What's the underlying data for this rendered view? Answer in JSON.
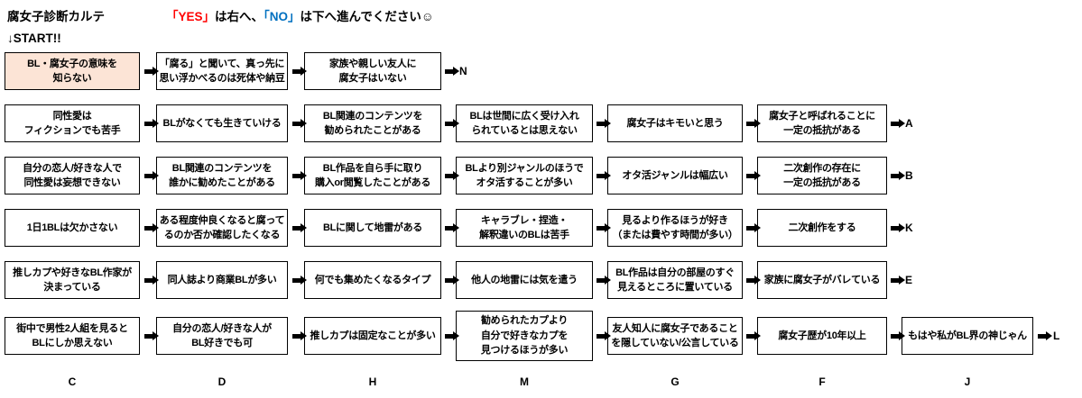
{
  "header": {
    "title": "腐女子診断カルテ",
    "start": "↓START!!",
    "instruction": {
      "yes": "「YES」",
      "mid": "は右へ、",
      "no": "「NO」",
      "tail": "は下へ進んでください☺"
    }
  },
  "colors": {
    "yes_red": "#FF0000",
    "no_blue": "#0070C0",
    "highlight_box": "#FCE4D6",
    "box_border": "#000000"
  },
  "rows": [
    {
      "end": "N",
      "boxes": [
        {
          "text": "BL・腐女子の意味を\n知らない",
          "highlight": true
        },
        {
          "text": "「腐る」と聞いて、真っ先に\n思い浮かべるのは死体や納豆"
        },
        {
          "text": "家族や親しい友人に\n腐女子はいない"
        }
      ]
    },
    {
      "end": "A",
      "boxes": [
        {
          "text": "同性愛は\nフィクションでも苦手"
        },
        {
          "text": "BLがなくても生きていける"
        },
        {
          "text": "BL関連のコンテンツを\n勧められたことがある"
        },
        {
          "text": "BLは世間に広く受け入れ\nられているとは思えない"
        },
        {
          "text": "腐女子はキモいと思う"
        },
        {
          "text": "腐女子と呼ばれることに\n一定の抵抗がある"
        }
      ]
    },
    {
      "end": "B",
      "boxes": [
        {
          "text": "自分の恋人/好きな人で\n同性愛は妄想できない"
        },
        {
          "text": "BL関連のコンテンツを\n誰かに勧めたことがある"
        },
        {
          "text": "BL作品を自ら手に取り\n購入or閲覧したことがある"
        },
        {
          "text": "BLより別ジャンルのほうで\nオタ活することが多い"
        },
        {
          "text": "オタ活ジャンルは幅広い"
        },
        {
          "text": "二次創作の存在に\n一定の抵抗がある"
        }
      ]
    },
    {
      "end": "K",
      "boxes": [
        {
          "text": "1日1BLは欠かさない"
        },
        {
          "text": "ある程度仲良くなると腐って\nるのか否か確認したくなる"
        },
        {
          "text": "BLに関して地雷がある"
        },
        {
          "text": "キャラブレ・捏造・\n解釈違いのBLは苦手"
        },
        {
          "text": "見るより作るほうが好き\n（または費やす時間が多い）"
        },
        {
          "text": "二次創作をする"
        }
      ]
    },
    {
      "end": "E",
      "boxes": [
        {
          "text": "推しカプや好きなBL作家が\n決まっている"
        },
        {
          "text": "同人誌より商業BLが多い"
        },
        {
          "text": "何でも集めたくなるタイプ"
        },
        {
          "text": "他人の地雷には気を遣う"
        },
        {
          "text": "BL作品は自分の部屋のすぐ\n見えるところに置いている"
        },
        {
          "text": "家族に腐女子がバレている"
        }
      ]
    },
    {
      "end": "L",
      "boxes": [
        {
          "text": "街中で男性2人組を見ると\nBLにしか思えない"
        },
        {
          "text": "自分の恋人/好きな人が\nBL好きでも可"
        },
        {
          "text": "推しカプは固定なことが多い"
        },
        {
          "text": "勧められたカプより\n自分で好きなカプを\n見つけるほうが多い"
        },
        {
          "text": "友人知人に腐女子であること\nを隠していない/公言している"
        },
        {
          "text": "腐女子歴が10年以上"
        },
        {
          "text": "もはや私がBL界の神じゃん"
        }
      ]
    }
  ],
  "bottom_letters": [
    "C",
    "D",
    "H",
    "M",
    "G",
    "F",
    "J"
  ]
}
